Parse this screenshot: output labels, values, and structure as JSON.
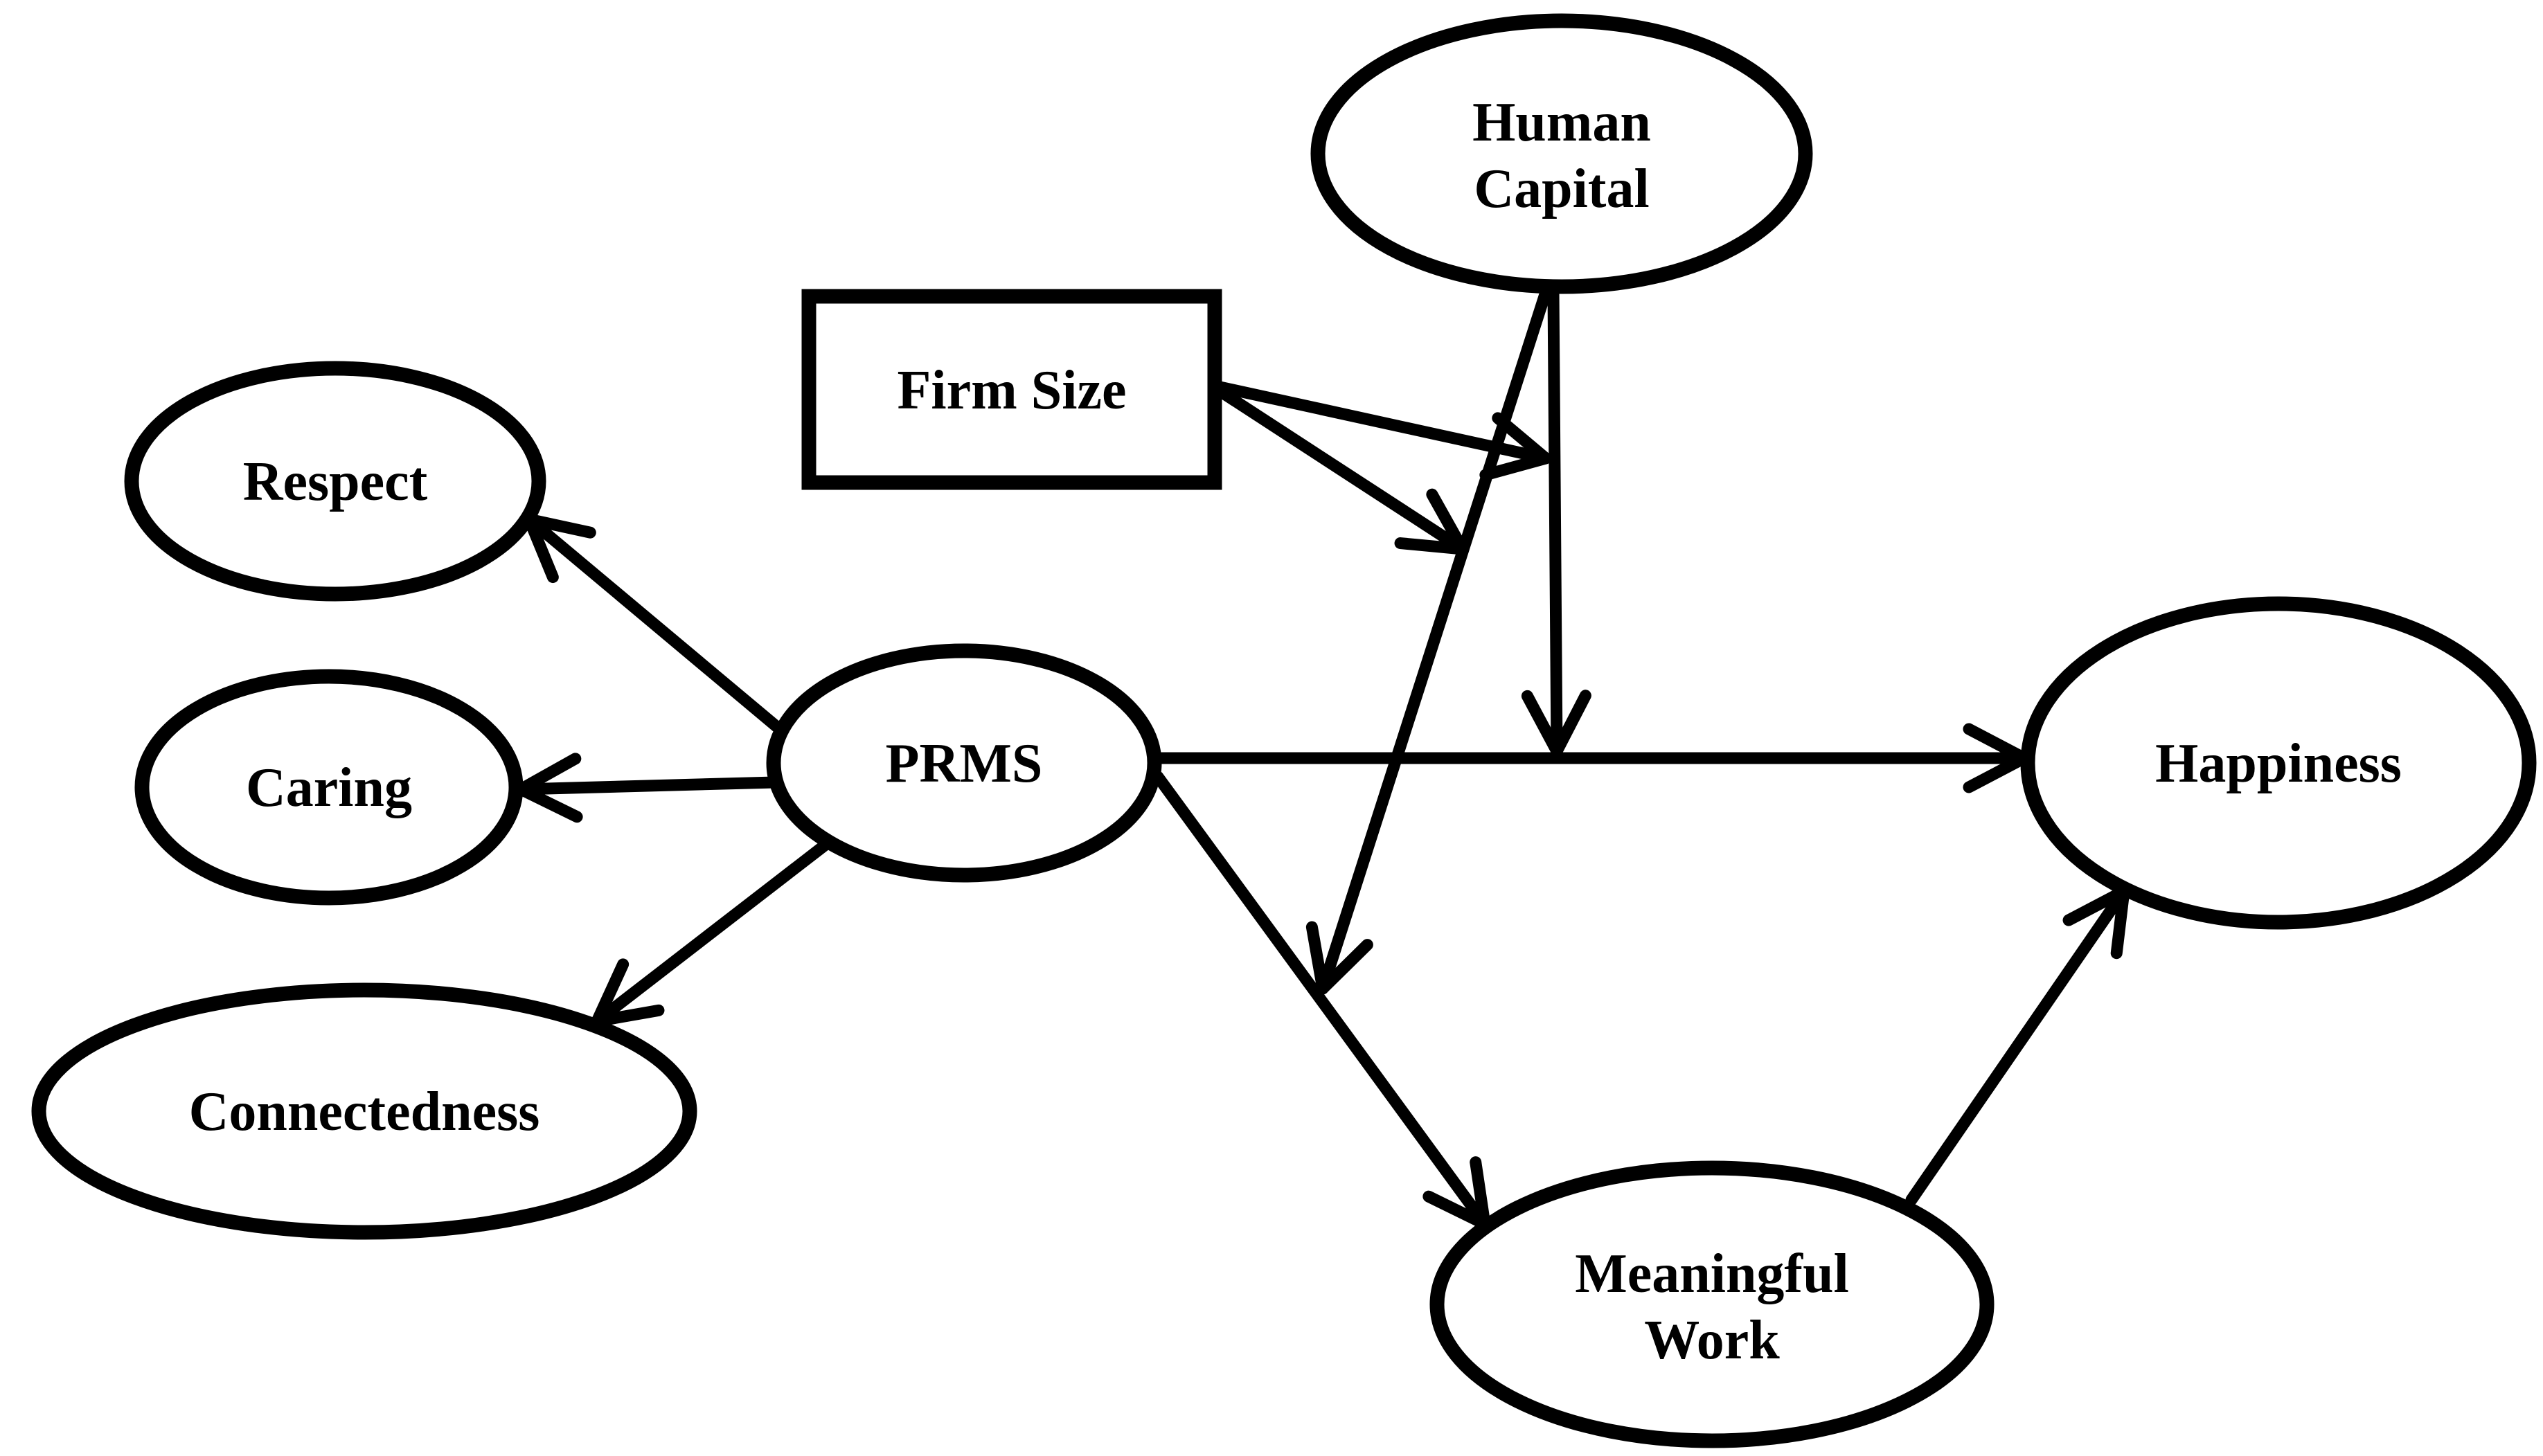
{
  "figure": {
    "type": "path-model-diagram",
    "background_color": "#ffffff",
    "stroke_color": "#000000"
  },
  "nodes": {
    "human_capital": {
      "label": "Human Capital",
      "line1": "Human",
      "line2": "Capital",
      "shape": "ellipse"
    },
    "firm_size": {
      "label": "Firm Size",
      "shape": "rectangle"
    },
    "respect": {
      "label": "Respect",
      "shape": "ellipse"
    },
    "caring": {
      "label": "Caring",
      "shape": "ellipse"
    },
    "connectedness": {
      "label": "Connectedness",
      "shape": "ellipse"
    },
    "prms": {
      "label": "PRMS",
      "shape": "ellipse"
    },
    "happiness": {
      "label": "Happiness",
      "shape": "ellipse"
    },
    "meaningful_work": {
      "label": "Meaningful Work",
      "line1": "Meaningful",
      "line2": "Work",
      "shape": "ellipse"
    }
  },
  "edges": [
    {
      "from": "PRMS",
      "to": "Respect"
    },
    {
      "from": "PRMS",
      "to": "Caring"
    },
    {
      "from": "PRMS",
      "to": "Connectedness"
    },
    {
      "from": "PRMS",
      "to": "Happiness"
    },
    {
      "from": "PRMS",
      "to": "Meaningful Work"
    },
    {
      "from": "Human Capital",
      "to": "path PRMS to Happiness"
    },
    {
      "from": "Human Capital",
      "to": "path PRMS to Meaningful Work"
    },
    {
      "from": "Firm Size",
      "to": "Human Capital line toward PRMS-Happiness path"
    },
    {
      "from": "Firm Size",
      "to": "Human Capital line toward PRMS-Meaningful Work path"
    },
    {
      "from": "Meaningful Work",
      "to": "Happiness"
    }
  ]
}
